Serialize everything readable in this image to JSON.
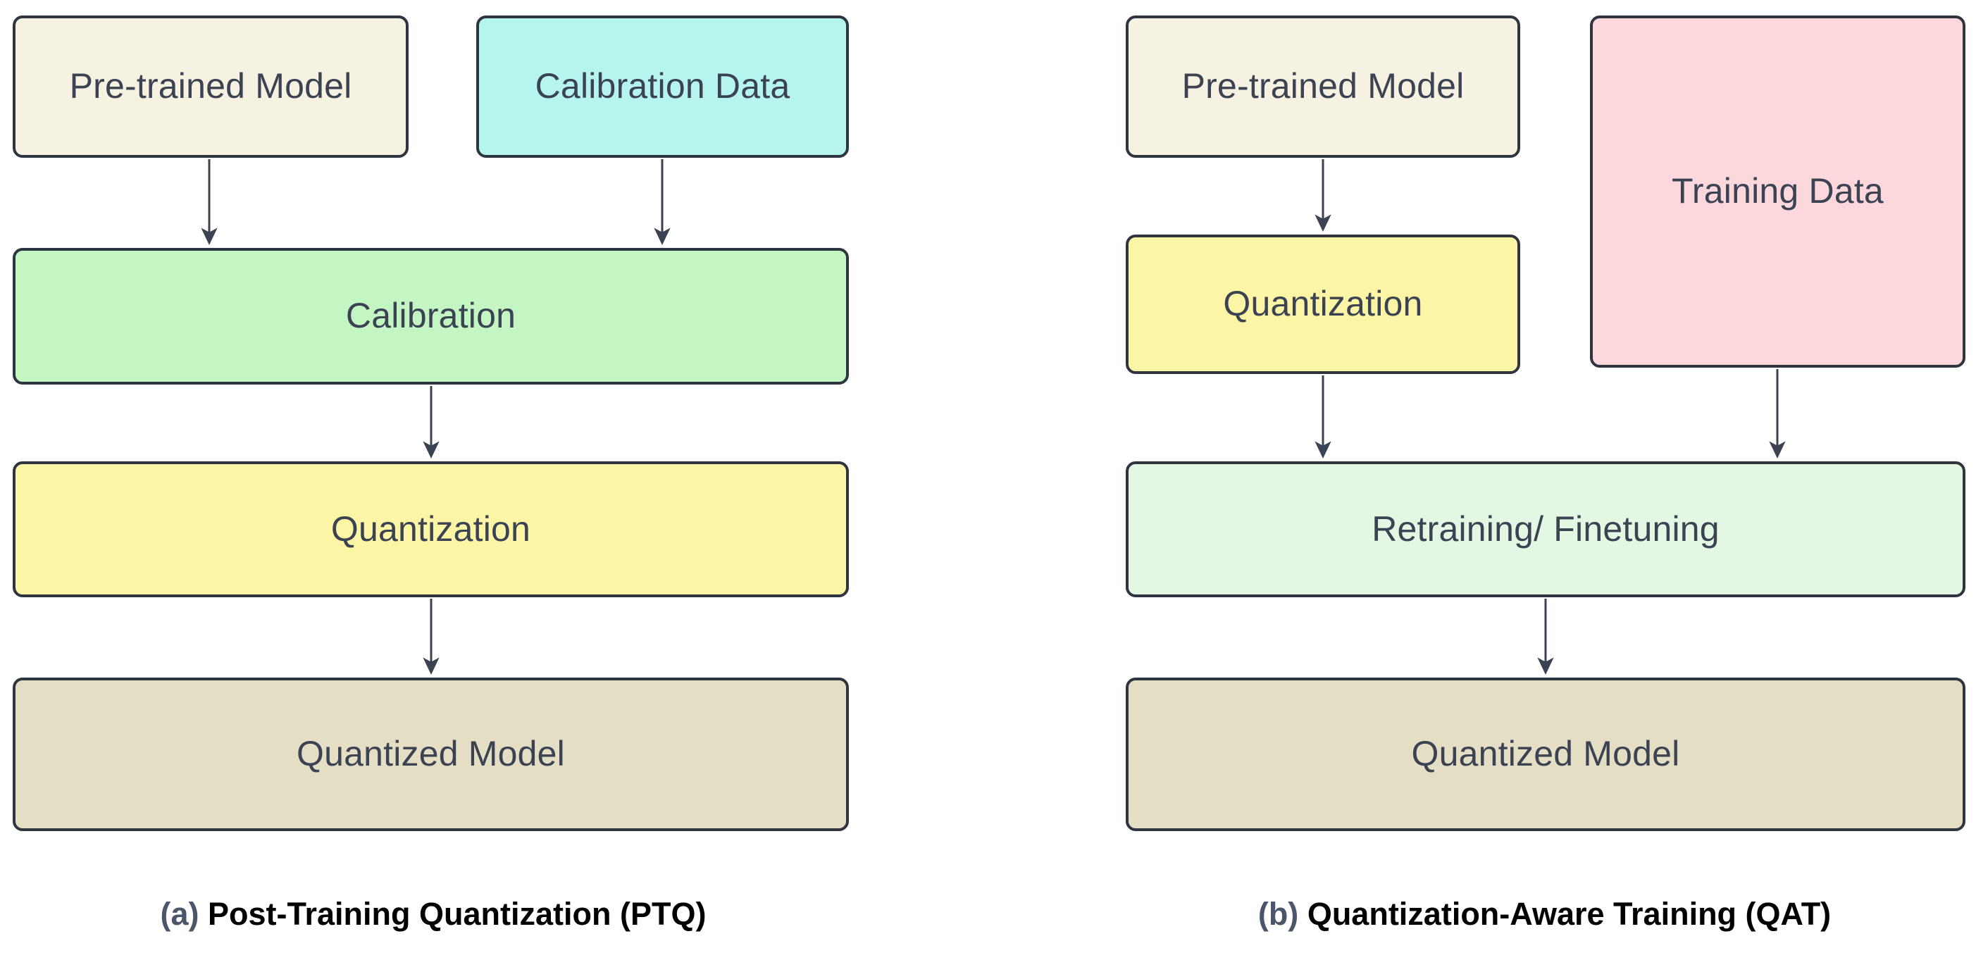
{
  "figure": {
    "background": "#ffffff",
    "node_border_color": "#2e3440",
    "node_text_color": "#3b4252",
    "arrow_color": "#3b4252",
    "caption_color": "#000000",
    "caption_tag_color": "#4c566a"
  },
  "panels": [
    {
      "id": "ptq",
      "caption_tag": "(a)",
      "caption_text": "Post-Training Quantization (PTQ)",
      "nodes": [
        {
          "id": "ptq-pretrained-model",
          "label": "Pre-trained Model",
          "fill": "#f5f2e1"
        },
        {
          "id": "ptq-calibration-data",
          "label": "Calibration Data",
          "fill": "#b5f5ee"
        },
        {
          "id": "ptq-calibration",
          "label": "Calibration",
          "fill": "#c4f6c4"
        },
        {
          "id": "ptq-quantization",
          "label": "Quantization",
          "fill": "#fcf5a5"
        },
        {
          "id": "ptq-quantized-model",
          "label": "Quantized Model",
          "fill": "#e4dec4"
        }
      ],
      "edges": [
        {
          "from": "ptq-pretrained-model",
          "to": "ptq-calibration"
        },
        {
          "from": "ptq-calibration-data",
          "to": "ptq-calibration"
        },
        {
          "from": "ptq-calibration",
          "to": "ptq-quantization"
        },
        {
          "from": "ptq-quantization",
          "to": "ptq-quantized-model"
        }
      ]
    },
    {
      "id": "qat",
      "caption_tag": "(b)",
      "caption_text": "Quantization-Aware Training (QAT)",
      "nodes": [
        {
          "id": "qat-pretrained-model",
          "label": "Pre-trained Model",
          "fill": "#f5f2e1"
        },
        {
          "id": "qat-training-data",
          "label": "Training Data",
          "fill": "#fcd7dc"
        },
        {
          "id": "qat-quantization",
          "label": "Quantization",
          "fill": "#fcf5a5"
        },
        {
          "id": "qat-retraining",
          "label": "Retraining/ Finetuning",
          "fill": "#e3f7e3"
        },
        {
          "id": "qat-quantized-model",
          "label": "Quantized Model",
          "fill": "#e4dec4"
        }
      ],
      "edges": [
        {
          "from": "qat-pretrained-model",
          "to": "qat-quantization"
        },
        {
          "from": "qat-quantization",
          "to": "qat-retraining"
        },
        {
          "from": "qat-training-data",
          "to": "qat-retraining"
        },
        {
          "from": "qat-retraining",
          "to": "qat-quantized-model"
        }
      ]
    }
  ]
}
